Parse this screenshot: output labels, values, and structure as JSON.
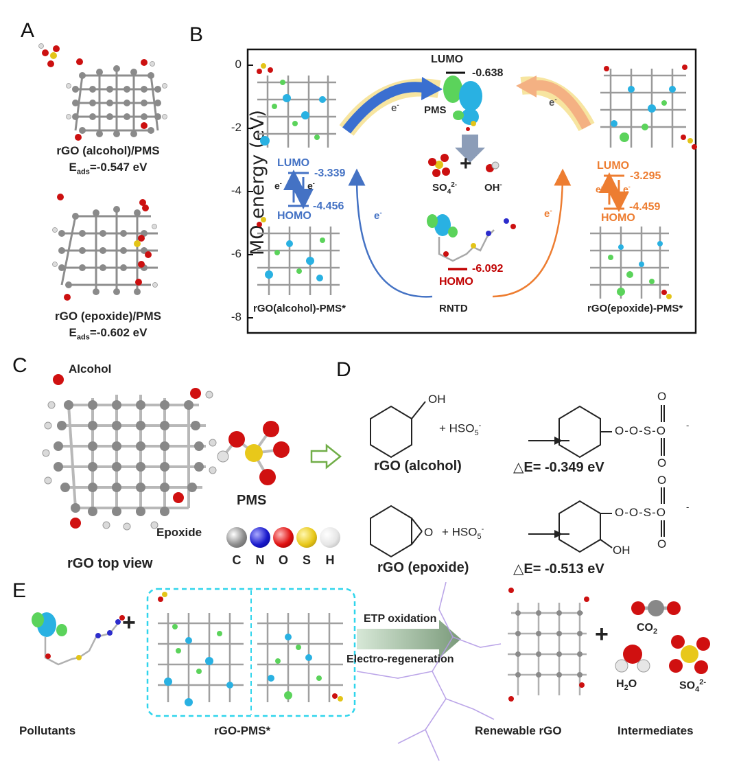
{
  "panels": {
    "a": "A",
    "b": "B",
    "c": "C",
    "d": "D",
    "e": "E"
  },
  "panel_a": {
    "caption1": "rGO (alcohol)/PMS",
    "eads1_sym": "E",
    "eads1_sub": "ads",
    "eads1_val": "=-0.547 eV",
    "caption2": "rGO (epoxide)/PMS",
    "eads2_sym": "E",
    "eads2_sub": "ads",
    "eads2_val": "=-0.602 eV"
  },
  "panel_b": {
    "ylabel": "MO energy (eV)",
    "yticks": [
      "0",
      "-2",
      "-4",
      "-6",
      "-8"
    ],
    "pms_lumo_label": "LUMO",
    "pms_lumo_value": "-0.638",
    "pms_label": "PMS",
    "left_lumo_label": "LUMO",
    "left_lumo_value": "-3.339",
    "left_homo_label": "HOMO",
    "left_homo_value": "-4.456",
    "right_lumo_label": "LUMO",
    "right_lumo_value": "-3.295",
    "right_homo_label": "HOMO",
    "right_homo_value": "-4.459",
    "rntd_homo_label": "HOMO",
    "rntd_homo_value": "-6.092",
    "so4_label": "SO",
    "so4_sub": "4",
    "so4_sup": "2-",
    "oh_label": "OH",
    "oh_sup": "-",
    "plus": "+",
    "electron": "e",
    "electron_sup": "-",
    "left_caption": "rGO(alcohol)-PMS*",
    "center_caption": "RNTD",
    "right_caption": "rGO(epoxide)-PMS*",
    "colors": {
      "blue": "#4472c4",
      "orange": "#ed7d31",
      "red": "#c00000",
      "pms_arrow": "#3a6fd0"
    }
  },
  "panel_c": {
    "alcohol_label": "Alcohol",
    "epoxide_label": "Epoxide",
    "caption": "rGO top view",
    "pms_label": "PMS",
    "legend": [
      {
        "symbol": "C",
        "color": "#8c8c8c"
      },
      {
        "symbol": "N",
        "color": "#1a1acc"
      },
      {
        "symbol": "O",
        "color": "#e01010"
      },
      {
        "symbol": "S",
        "color": "#e8c81a"
      },
      {
        "symbol": "H",
        "color": "#e6e6e6"
      }
    ]
  },
  "panel_d": {
    "oh": "OH",
    "plus_hso5": "+ HSO",
    "hso5_sub": "5",
    "hso5_sup": "-",
    "product_chain": "O-O-S-O",
    "product_o_top": "O",
    "product_o_bottom": "O",
    "product_charge": "-",
    "epoxide_o": "O",
    "oh_bottom": "OH",
    "row1_name": "rGO (alcohol)",
    "row1_energy": "△E= -0.349 eV",
    "row2_name": "rGO (epoxide)",
    "row2_energy": "△E= -0.513 eV"
  },
  "panel_e": {
    "pollutants": "Pollutants",
    "rgo_pms": "rGO-PMS*",
    "etp": "ETP oxidation",
    "electro": "Electro-regeneration",
    "renewable": "Renewable rGO",
    "intermediates": "Intermediates",
    "co2": "CO",
    "co2_sub": "2",
    "h2o_h": "H",
    "h2o_sub": "2",
    "h2o_o": "O",
    "so4": "SO",
    "so4_sub": "4",
    "so4_sup": "2-",
    "plus": "+"
  }
}
